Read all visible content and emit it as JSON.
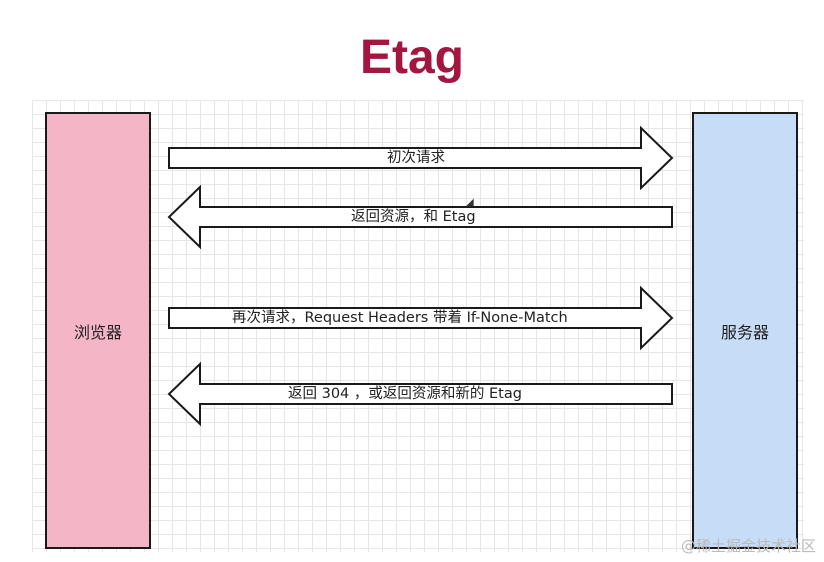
{
  "title": "Etag",
  "browser": {
    "label": "浏览器",
    "color": "#f4b6c6"
  },
  "server": {
    "label": "服务器",
    "color": "#c7dcf6"
  },
  "title_color": "#a3163f",
  "arrows": [
    {
      "direction": "right",
      "label": "初次请求"
    },
    {
      "direction": "left",
      "label": "返回资源，和 Etag"
    },
    {
      "direction": "right",
      "label": "再次请求，Request Headers 带着 If-None-Match"
    },
    {
      "direction": "left",
      "label": "返回 304 ，或返回资源和新的 Etag"
    }
  ],
  "watermark": "@稀土掘金技术社区"
}
